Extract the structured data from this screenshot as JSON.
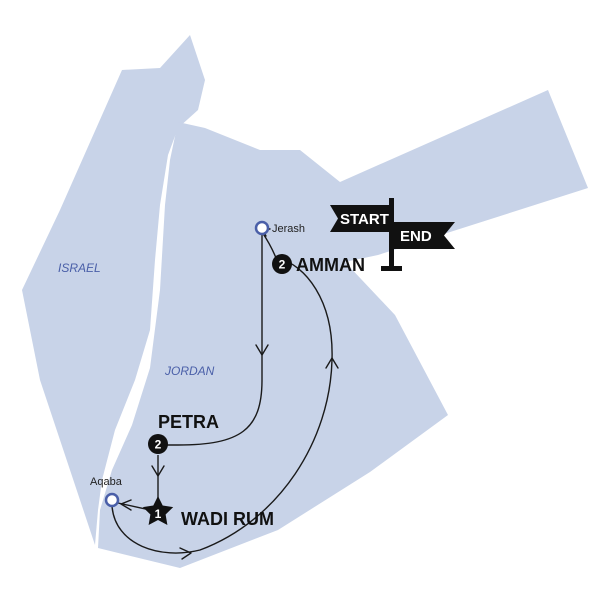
{
  "map": {
    "colors": {
      "land": "#c8d3e8",
      "route": "#1a1a1a",
      "country_label": "#4a5fa8",
      "marker": "#4a5fa8",
      "badge": "#111111"
    },
    "countries": {
      "israel": "ISRAEL",
      "jordan": "JORDAN"
    },
    "stops": {
      "amman": {
        "name": "AMMAN",
        "nights": "2"
      },
      "petra": {
        "name": "PETRA",
        "nights": "2"
      },
      "wadi_rum": {
        "name": "WADI RUM",
        "nights": "1"
      }
    },
    "waypoints": {
      "jerash": "Jerash",
      "aqaba": "Aqaba"
    },
    "flag": {
      "start": "START",
      "end": "END"
    },
    "icons": {
      "badge": "circle-number-icon",
      "star": "star-badge-icon",
      "waypoint": "waypoint-circle-icon",
      "flag": "start-end-signpost-icon"
    }
  }
}
